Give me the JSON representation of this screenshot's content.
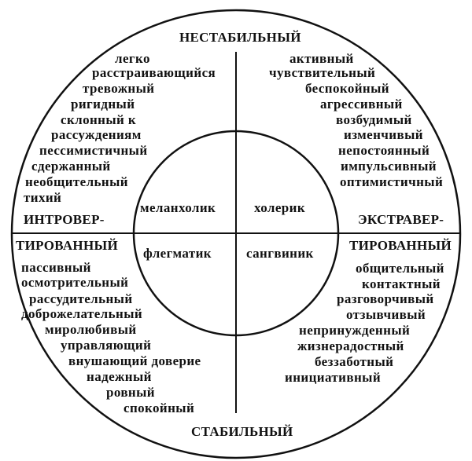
{
  "axes": {
    "top": "НЕСТАБИЛЬНЫЙ",
    "bottom": "СТАБИЛЬНЫЙ",
    "left_line1": "ИНТРОВЕР-",
    "left_line2": "ТИРОВАННЫЙ",
    "right_line1": "ЭКСТРАВЕР-",
    "right_line2": "ТИРОВАННЫЙ"
  },
  "types": {
    "melancholic": "меланхолик",
    "choleric": "холерик",
    "phlegmatic": "флегматик",
    "sanguine": "сангвиник"
  },
  "traits": {
    "unstable_introvert": [
      "легко",
      "расстраивающийся",
      "тревожный",
      "ригидный",
      "склонный к",
      "рассуждениям",
      "пессимистичный",
      "сдержанный",
      "необщительный",
      "тихий"
    ],
    "unstable_extravert": [
      "активный",
      "чувствительный",
      "беспокойный",
      "агрессивный",
      "возбудимый",
      "изменчивый",
      "непостоянный",
      "импульсивный",
      "оптимистичный"
    ],
    "stable_introvert": [
      "пассивный",
      "осмотрительный",
      "рассудительный",
      "доброжелательный",
      "миролюбивый",
      "управляющий",
      "внушающий доверие",
      "надежный",
      "ровный",
      "спокойный"
    ],
    "stable_extravert": [
      "общительный",
      "контактный",
      "разговорчивый",
      "отзывчивый",
      "непринужденный",
      "жизнерадостный",
      "беззаботный",
      "инициативный"
    ]
  }
}
